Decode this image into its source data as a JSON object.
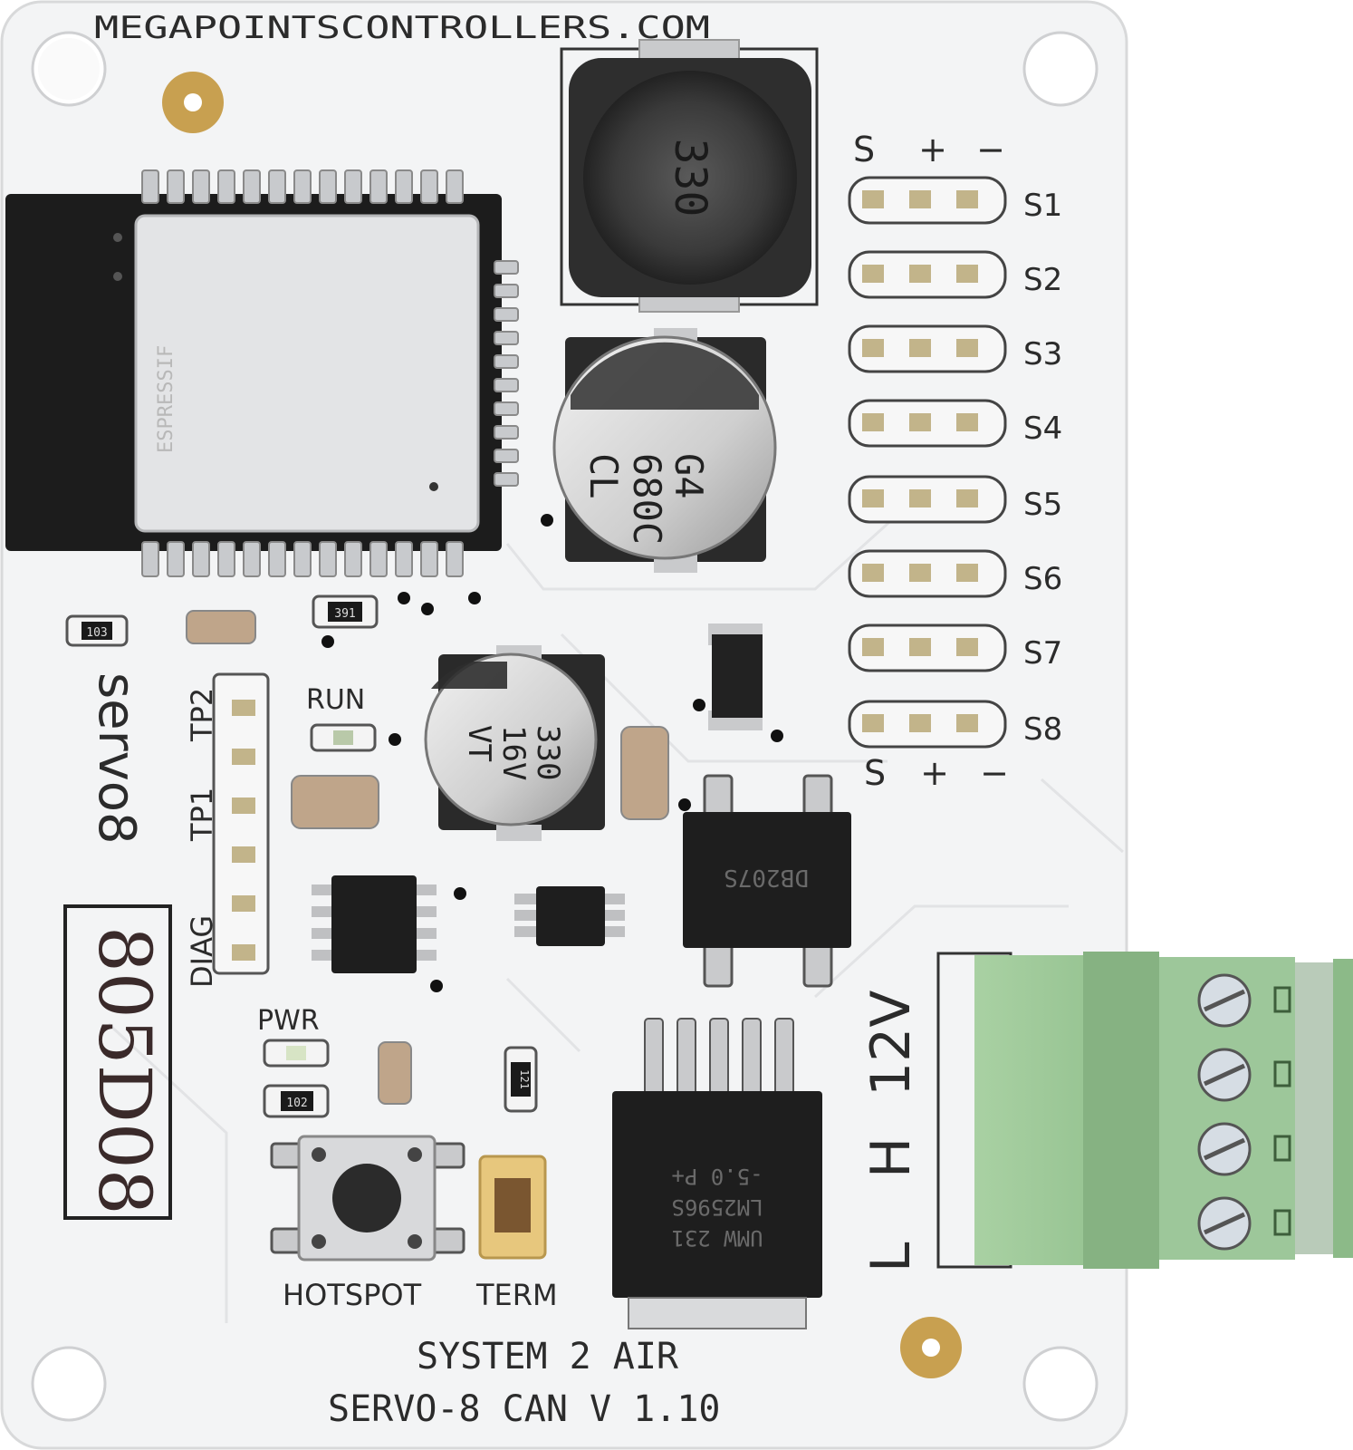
{
  "board": {
    "website": "MEGAPOINTSCONTROLLERS.COM",
    "product_name": "servo8",
    "system_line": "SYSTEM 2 AIR",
    "model_line": "SERVO-8 CAN V 1.10",
    "handwritten_serial": "805D08"
  },
  "servo_header": {
    "top_pin_labels": [
      "S",
      "+",
      "−"
    ],
    "bottom_pin_labels": [
      "S",
      "+",
      "−"
    ],
    "channels": [
      "S1",
      "S2",
      "S3",
      "S4",
      "S5",
      "S6",
      "S7",
      "S8"
    ]
  },
  "diag_header": {
    "labels": [
      "DIAG",
      "TP1",
      "TP2"
    ]
  },
  "leds": {
    "run_label": "RUN",
    "pwr_label": "PWR"
  },
  "switches": {
    "hotspot_label": "HOTSPOT",
    "term_label": "TERM"
  },
  "power_terminal": {
    "labels": [
      "L",
      "H",
      "12V"
    ]
  },
  "components": {
    "inductor_marking": "330",
    "cap_big_lines": [
      "G4",
      "680C",
      "CL"
    ],
    "cap_small_lines": [
      "330",
      "16V",
      "VT"
    ],
    "resistor_103": "103",
    "resistor_391": "391",
    "resistor_102": "102",
    "resistor_121": "121",
    "bridge_marking": "DB207S",
    "regulator_lines": [
      "LM2596S",
      "-5.0 P+",
      "UMW 231"
    ],
    "wifi_module": "ESPRESSIF"
  },
  "colors": {
    "pcb": "#f3f4f5",
    "silkscreen": "#2b2b2b",
    "terminal_green": "#9dc79a",
    "chip_black": "#1e1e1e",
    "pad_gold": "#c8a050"
  }
}
